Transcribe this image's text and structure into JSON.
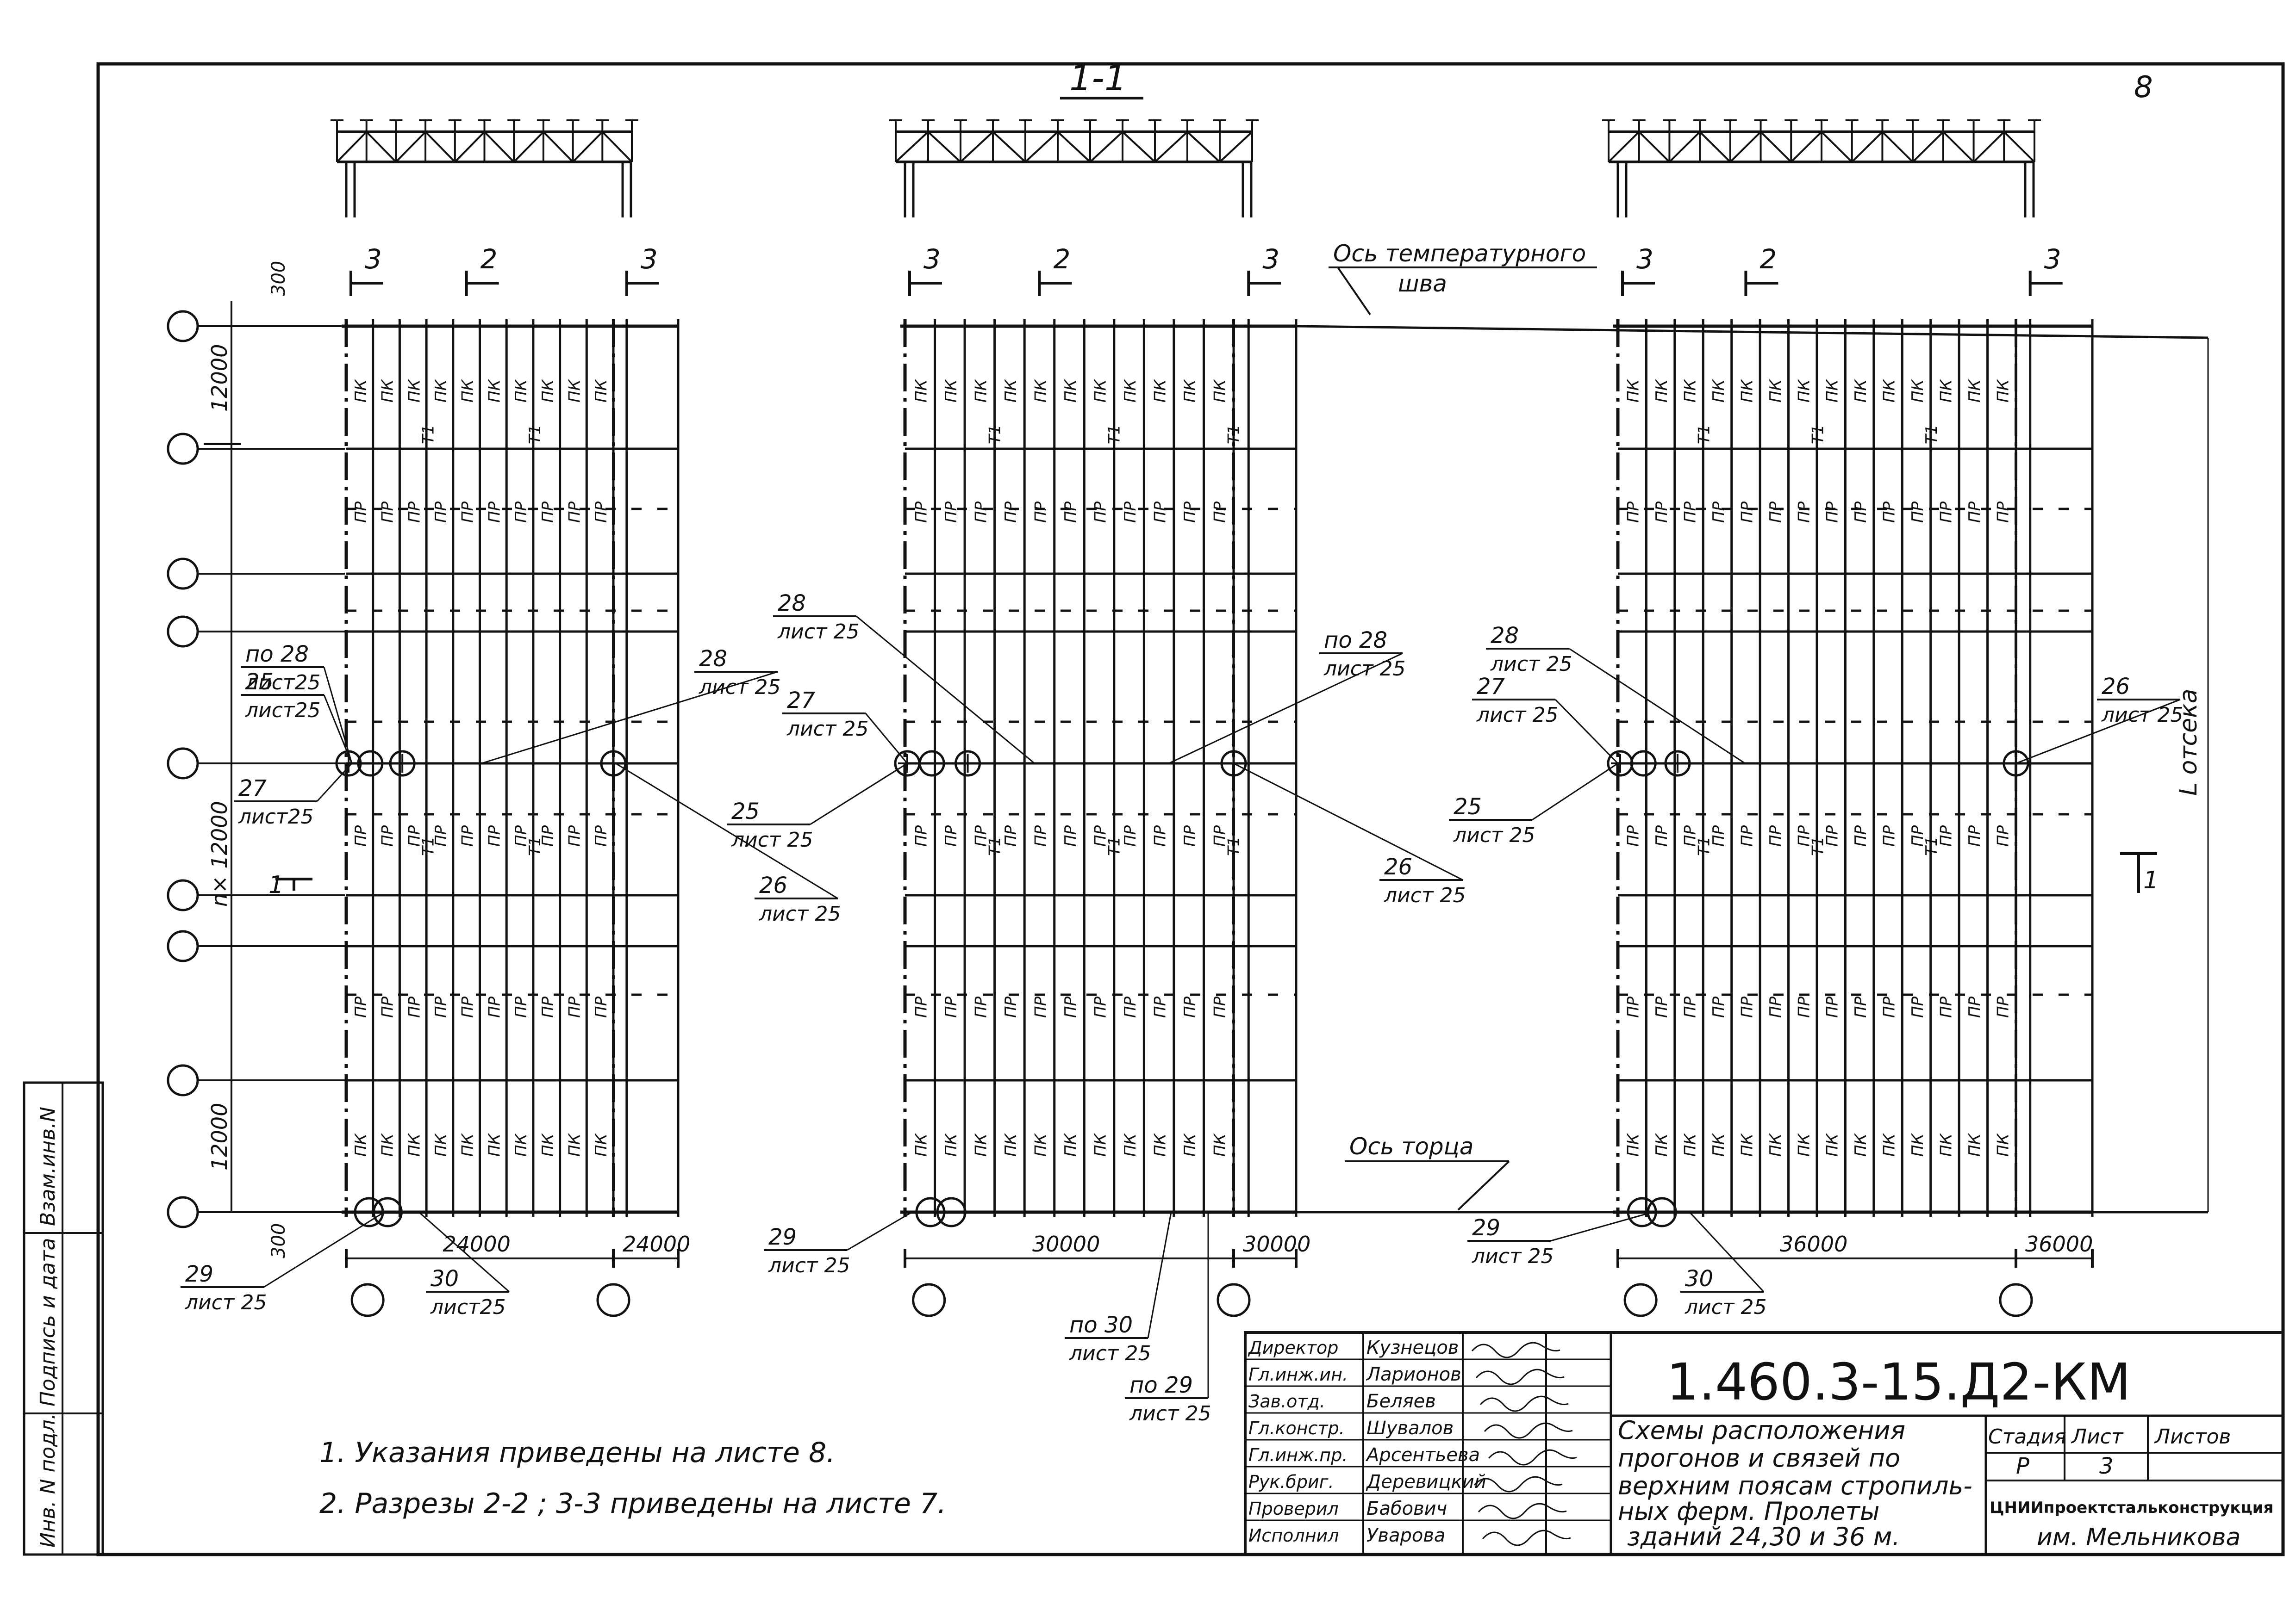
{
  "sheet": {
    "page_number": "8",
    "section_title": "1-1",
    "drawing_code": "1.460.3-15.Д2-КМ",
    "title": "Схемы расположения прогонов и связей по верхним поясам стропильных ферм. Пролеты зданий 24,30 и 36 м.",
    "title_lines": [
      "Схемы расположения",
      "прогонов и связей по",
      "верхним поясам стропиль-",
      "ных ферм. Пролеты",
      "зданий 24,30 и 36 м."
    ],
    "stage_header": "Стадия",
    "sheet_header": "Лист",
    "sheets_header": "Листов",
    "stage": "Р",
    "sheet_no": "3",
    "sheets_total": "",
    "organization": "ЦНИИпроектстальконструкция",
    "organization_sub": "им. Мельникова",
    "cipher_bottom": "",
    "notes": [
      "1. Указания приведены на листе 8.",
      "2. Разрезы 2-2 ; 3-3 приведены на листе 7."
    ],
    "side_stamp": [
      "Инв. N подл.",
      "Подпись и дата",
      "Взам.инв.N"
    ],
    "signatures": [
      {
        "role": "Директор",
        "name": "Кузнецов"
      },
      {
        "role": "Гл.инж.ин.",
        "name": "Ларионов"
      },
      {
        "role": "Зав.отд.",
        "name": "Беляев"
      },
      {
        "role": "Гл.констр.",
        "name": "Шувалов"
      },
      {
        "role": "Гл.инж.пр.",
        "name": "Арсентьева"
      },
      {
        "role": "Рук.бриг.",
        "name": "Деревицкий"
      },
      {
        "role": "Проверил",
        "name": "Бабович"
      },
      {
        "role": "Исполнил",
        "name": "Уварова"
      }
    ]
  },
  "drawing": {
    "axis_labels": {
      "temperature_joint": [
        "Ось температурного",
        "шва"
      ],
      "end_axis": "Ось торца",
      "l_otseka": "L отсека"
    },
    "left_dims": {
      "top": "300",
      "bay_top": "12000",
      "mid": "n× 12000",
      "bay_bottom": "12000",
      "bottom": "300"
    },
    "section_marks": {
      "s1": "1",
      "s2": "2",
      "s3": "3"
    },
    "element_codes": {
      "pk": "ПК",
      "pr": "ПР",
      "t1": "Т1"
    },
    "spans": [
      {
        "name": "span-24",
        "dim_main": "24000",
        "dim_end": "24000"
      },
      {
        "name": "span-30",
        "dim_main": "30000",
        "dim_end": "30000"
      },
      {
        "name": "span-36",
        "dim_main": "36000",
        "dim_end": "36000"
      }
    ],
    "callouts": [
      {
        "id": "c1",
        "num": "по 28",
        "sheet": "лист25"
      },
      {
        "id": "c2",
        "num": "25",
        "sheet": "лист25"
      },
      {
        "id": "c3",
        "num": "27",
        "sheet": "лист25"
      },
      {
        "id": "c4",
        "num": "28",
        "sheet": "лист 25"
      },
      {
        "id": "c5",
        "num": "26",
        "sheet": "лист 25"
      },
      {
        "id": "c6",
        "num": "29",
        "sheet": "лист 25"
      },
      {
        "id": "c7",
        "num": "30",
        "sheet": "лист25"
      },
      {
        "id": "c8",
        "num": "28",
        "sheet": "лист 25"
      },
      {
        "id": "c9",
        "num": "27",
        "sheet": "лист 25"
      },
      {
        "id": "c10",
        "num": "25",
        "sheet": "лист 25"
      },
      {
        "id": "c11",
        "num": "по 28",
        "sheet": "лист 25"
      },
      {
        "id": "c12",
        "num": "26",
        "sheet": "лист 25"
      },
      {
        "id": "c13",
        "num": "29",
        "sheet": "лист 25"
      },
      {
        "id": "c14",
        "num": "по 30",
        "sheet": "лист 25"
      },
      {
        "id": "c15",
        "num": "по 29",
        "sheet": "лист 25"
      },
      {
        "id": "c16",
        "num": "28",
        "sheet": "лист 25"
      },
      {
        "id": "c17",
        "num": "27",
        "sheet": "лист 25"
      },
      {
        "id": "c18",
        "num": "25",
        "sheet": "лист 25"
      },
      {
        "id": "c19",
        "num": "26",
        "sheet": "лист 25"
      },
      {
        "id": "c20",
        "num": "29",
        "sheet": "лист 25"
      },
      {
        "id": "c21",
        "num": "30",
        "sheet": "лист 25"
      }
    ]
  }
}
